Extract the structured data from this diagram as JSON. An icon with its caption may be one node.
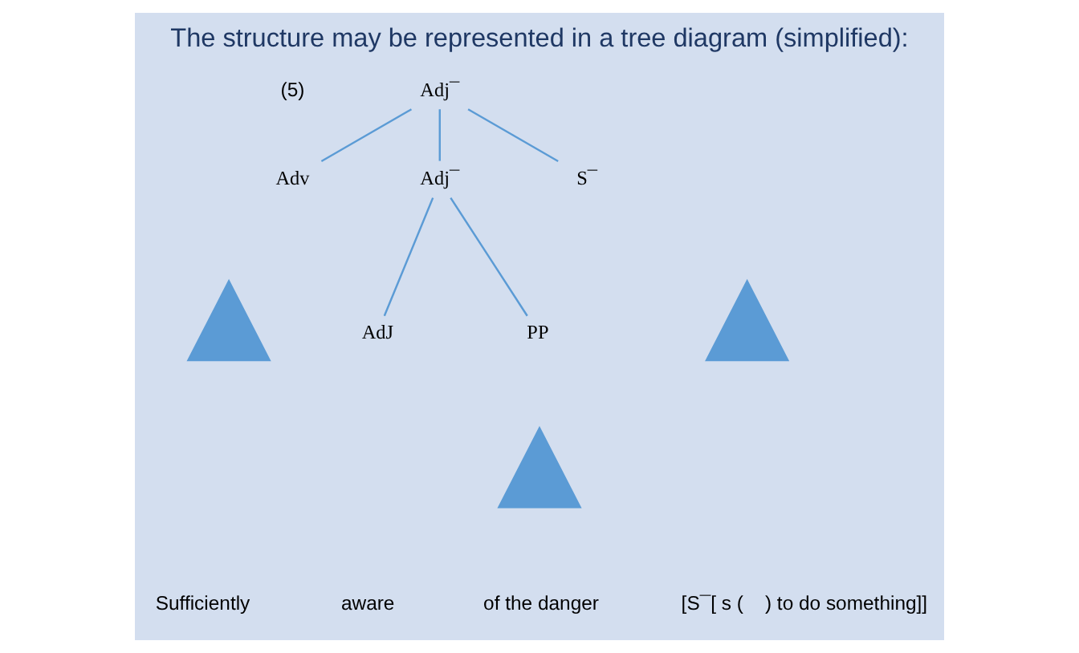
{
  "diagram": {
    "title": "The structure may be represented in a tree diagram (simplified):",
    "nodes": [
      {
        "text": [
          "Adj¯"
        ]
      },
      {
        "text": [
          "Adv"
        ]
      },
      {
        "text": [
          "Adj¯"
        ]
      },
      {
        "text": [
          "S¯"
        ]
      },
      {
        "text": [
          "AdJ"
        ]
      },
      {
        "text": [
          "PP"
        ]
      },
      {
        "text": [],
        "shape": "triangle"
      },
      {
        "text": [],
        "shape": "triangle"
      },
      {
        "text": [],
        "shape": "triangle"
      }
    ],
    "edges": [
      {
        "from": 0,
        "to": 1,
        "arrow": "none"
      },
      {
        "from": 0,
        "to": 2,
        "arrow": "none"
      },
      {
        "from": 0,
        "to": 3,
        "arrow": "none"
      },
      {
        "from": 2,
        "to": 4,
        "arrow": "none"
      },
      {
        "from": 2,
        "to": 5,
        "arrow": "none"
      }
    ],
    "labels": [
      "(5)",
      "Sufficiently",
      "aware",
      "of the danger",
      "[S¯[ s (    ) to do something]]"
    ]
  }
}
